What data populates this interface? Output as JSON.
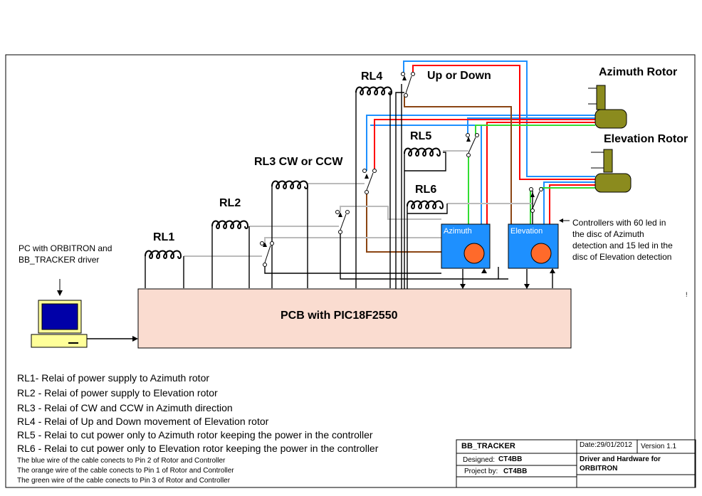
{
  "relays": {
    "rl1": "RL1",
    "rl2": "RL2",
    "rl3": "RL3 CW or CCW",
    "rl4": "RL4",
    "rl5": "RL5",
    "rl6": "RL6"
  },
  "labels": {
    "up_down": "Up or Down",
    "azimuth_rotor": "Azimuth Rotor",
    "elevation_rotor": "Elevation Rotor",
    "pc_line1": "PC with ORBITRON and",
    "pc_line2": "BB_TRACKER driver",
    "pcb": "PCB with PIC18F2550",
    "azimuth_controller": "Azimuth",
    "elevation_controller": "Elevation",
    "controllers_note": [
      "Controllers with 60 led in",
      "the disc of Azimuth",
      "detection and 15 led in the",
      "disc of Elevation detection"
    ],
    "stray_mark": "!"
  },
  "legend": [
    "RL1- Relai of power supply to Azimuth rotor",
    "RL2 - Relai of power supply to Elevation rotor",
    "RL3 - Relai of CW and CCW in Azimuth direction",
    "RL4 - Relai of Up and Down movement of Elevation rotor",
    "RL5 - Relai to cut power only to Azimuth rotor keeping the power in the controller",
    "RL6 - Relai to cut power only to Elevation rotor keeping the power in the controller"
  ],
  "wire_notes": [
    "The blue wire of the cable conects to Pin 2 of Rotor and Controller",
    "The orange wire of the cable conects to Pin 1 of Rotor and Controller",
    "The green wire of the cable conects to Pin 3 of Rotor and Controller"
  ],
  "title_block": {
    "project": "BB_TRACKER",
    "date": "Date:29/01/2012",
    "version": "Version 1.1",
    "designed_label": "Designed:",
    "designed_by": "CT4BB",
    "project_by_label": "Project by:",
    "project_by": "CT4BB",
    "description_line1": "Driver and Hardware for",
    "description_line2": "ORBITRON"
  },
  "colors": {
    "pcb_fill": "#fadcd0",
    "controller_fill": "#1e90ff",
    "knob_fill": "#ff6a2a",
    "rotor_fill": "#8b8b1e",
    "monitor_blue": "#0000a8",
    "pc_body": "#ffff99",
    "wire_blue": "#1e90ff",
    "wire_red": "#ff0000",
    "wire_green": "#33dd33",
    "wire_brown": "#8b4513",
    "wire_gray": "#bbbbbb"
  }
}
